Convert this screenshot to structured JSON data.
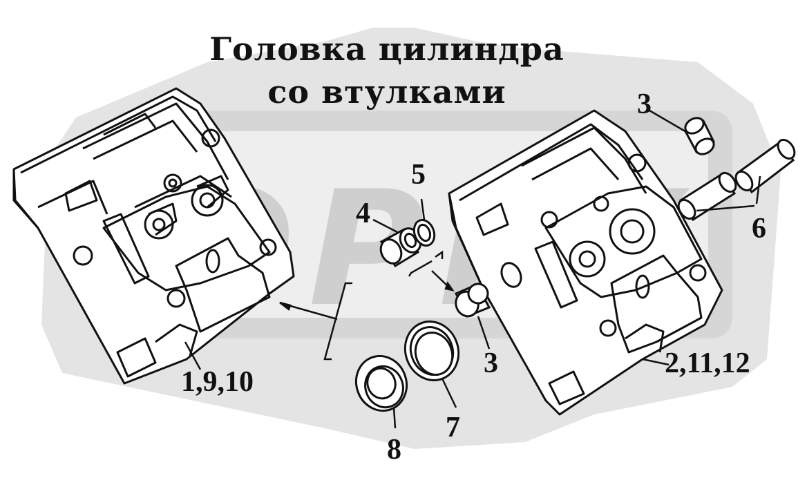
{
  "title": {
    "line1": "Головка цилиндра",
    "line2": "со втулками"
  },
  "watermark": "OPEX",
  "colors": {
    "ink": "#111111",
    "watermark": "#cfcfcf",
    "background": "#ffffff"
  },
  "callouts": [
    {
      "id": "head-left",
      "text": "1,9,10"
    },
    {
      "id": "head-right",
      "text": "2,11,12"
    },
    {
      "id": "plug-top",
      "text": "3"
    },
    {
      "id": "plug-bottom",
      "text": "3"
    },
    {
      "id": "bushing",
      "text": "4"
    },
    {
      "id": "washer",
      "text": "5"
    },
    {
      "id": "guides",
      "text": "6"
    },
    {
      "id": "seal-ring",
      "text": "7"
    },
    {
      "id": "seat-ring",
      "text": "8"
    }
  ]
}
